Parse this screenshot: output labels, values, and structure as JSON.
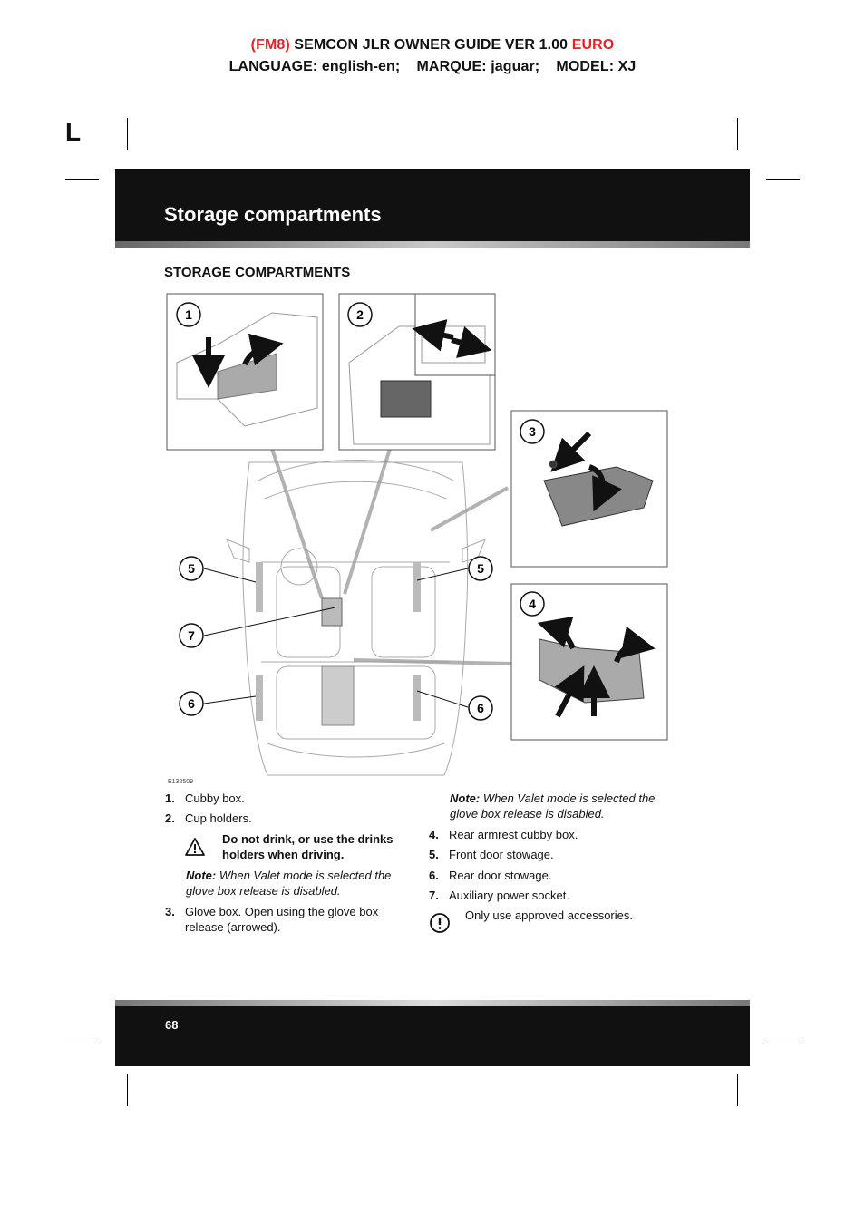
{
  "header": {
    "line1_prefix": "(FM8)",
    "line1_main": "SEMCON JLR OWNER GUIDE VER 1.00",
    "line1_suffix": "EURO",
    "line2": "LANGUAGE: english-en;    MARQUE: jaguar;    MODEL: XJ"
  },
  "corner_mark": "L",
  "banner": {
    "title": "Storage compartments"
  },
  "section": {
    "title": "STORAGE COMPARTMENTS"
  },
  "figure": {
    "callouts": [
      "1",
      "2",
      "3",
      "4",
      "5",
      "5",
      "7",
      "6",
      "6"
    ],
    "code": "E132509"
  },
  "left_column": {
    "items": [
      {
        "num": "1.",
        "text": "Cubby box."
      },
      {
        "num": "2.",
        "text": "Cup holders."
      }
    ],
    "warning_text": "Do not drink, or use the drinks holders when driving.",
    "note_label": "Note:",
    "note_text": "When Valet mode is selected the glove box release is disabled.",
    "item3": {
      "num": "3.",
      "text": "Glove box. Open using the glove box release (arrowed)."
    }
  },
  "right_column": {
    "note_label": "Note:",
    "note_text": "When Valet mode is selected the glove box release is disabled.",
    "items": [
      {
        "num": "4.",
        "text": "Rear armrest cubby box."
      },
      {
        "num": "5.",
        "text": "Front door stowage."
      },
      {
        "num": "6.",
        "text": "Rear door stowage."
      },
      {
        "num": "7.",
        "text": "Auxiliary power socket."
      }
    ],
    "caution_text": "Only use approved accessories."
  },
  "footer": {
    "page_number": "68"
  }
}
